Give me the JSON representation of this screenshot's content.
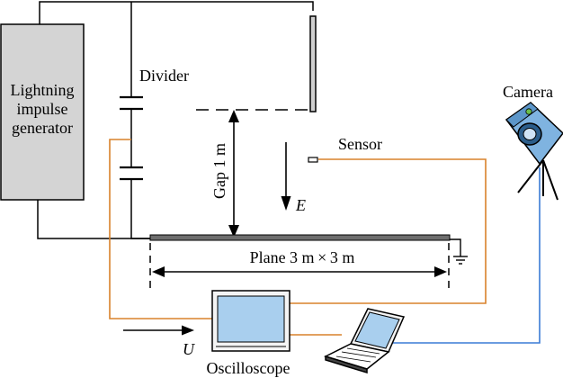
{
  "labels": {
    "generator_line1": "Lightning",
    "generator_line2": "impulse",
    "generator_line3": "generator",
    "divider": "Divider",
    "camera": "Camera",
    "sensor": "Sensor",
    "gap": "Gap 1 m",
    "field": "E",
    "plane": "Plane 3 m × 3 m",
    "voltage": "U",
    "oscilloscope": "Oscilloscope"
  },
  "colors": {
    "wire_black": "#000000",
    "signal_orange": "#d9822b",
    "fiber_blue": "#3a7bd5",
    "generator_fill": "#d4d4d4",
    "screen_fill": "#a9cfee",
    "camera_fill": "#7fb3e0",
    "plane_fill": "#6e6e6e"
  }
}
